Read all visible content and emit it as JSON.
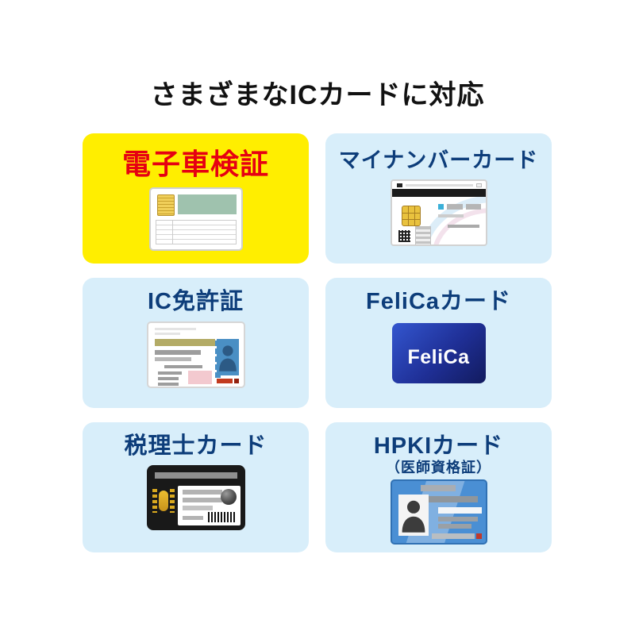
{
  "page": {
    "title": "さまざまなICカードに対応",
    "background": "#ffffff"
  },
  "colors": {
    "highlight_tile_bg": "#ffee00",
    "tile_bg": "#d8eefa",
    "label": "#0d3d7a",
    "highlight_label": "#e60012",
    "title": "#111111",
    "felica_card_gradient": [
      "#3356cf",
      "#121b5e"
    ]
  },
  "tiles": [
    {
      "id": "vehicle-inspection",
      "label": "電子車検証",
      "highlight": true
    },
    {
      "id": "mynumber",
      "label": "マイナンバーカード"
    },
    {
      "id": "ic-license",
      "label": "IC免許証"
    },
    {
      "id": "felica",
      "label": "FeliCaカード",
      "card_text": "FeliCa"
    },
    {
      "id": "tax-accountant",
      "label": "税理士カード"
    },
    {
      "id": "hpki",
      "label": "HPKIカード",
      "sublabel": "（医師資格証）"
    }
  ]
}
